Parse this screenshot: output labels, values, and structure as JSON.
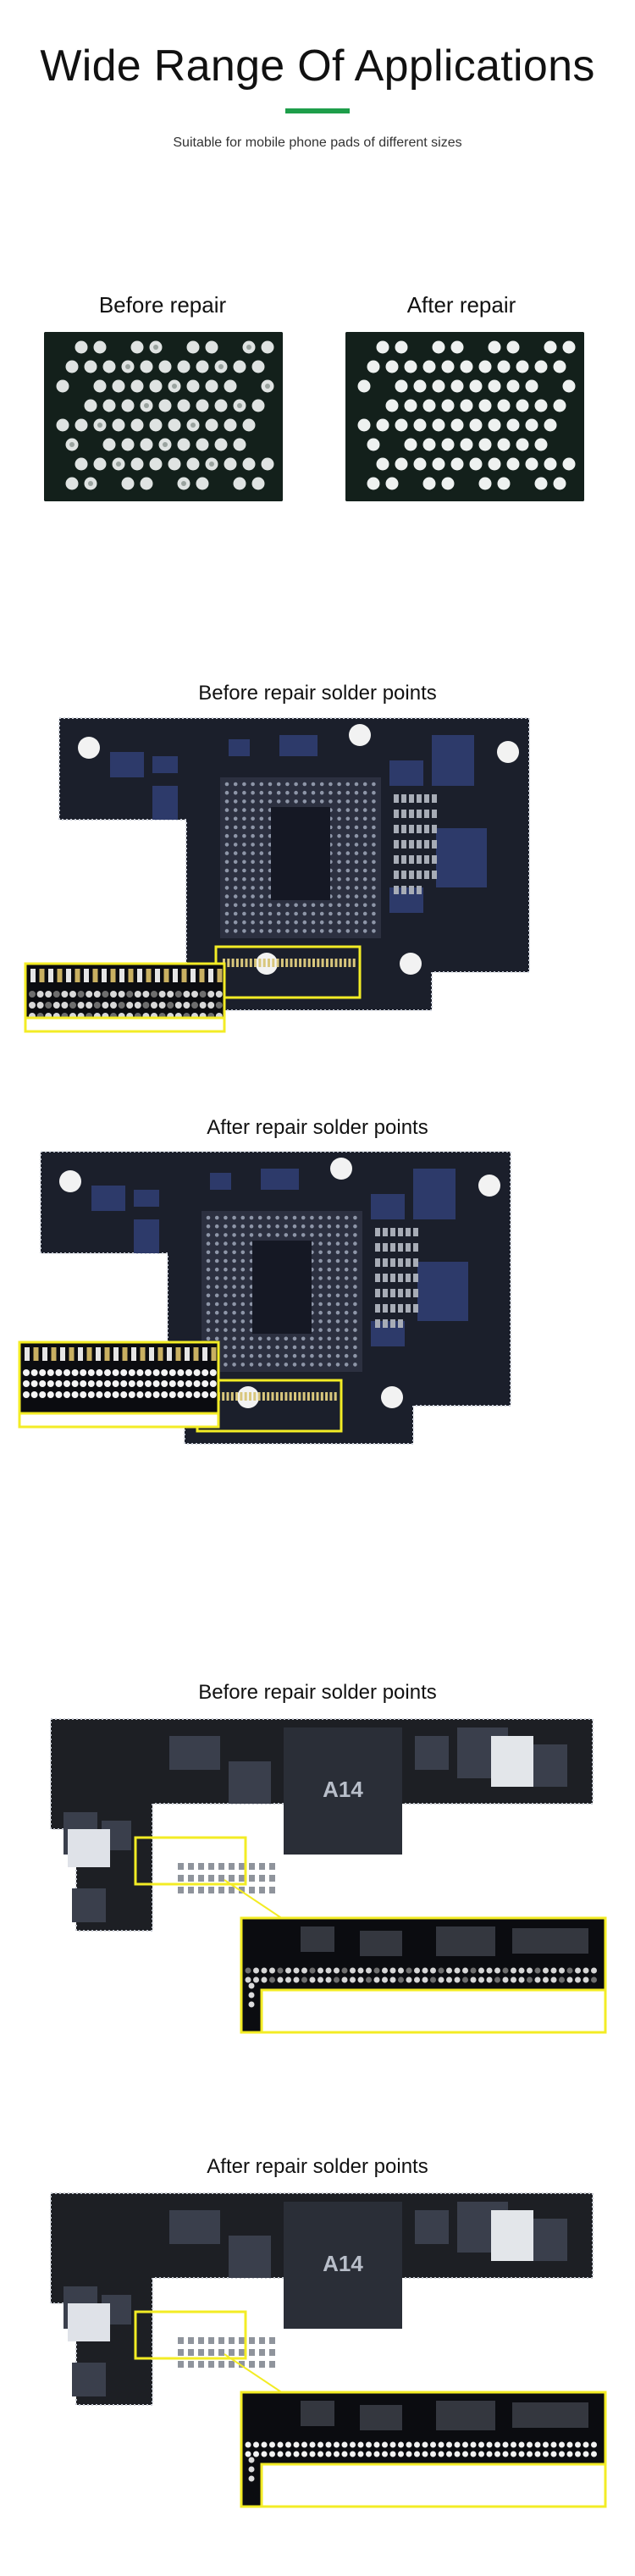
{
  "header": {
    "title": "Wide Range Of Applications",
    "subtitle": "Suitable for mobile phone pads of different sizes",
    "accent_color": "#1e9e4a"
  },
  "comparison": {
    "before_label": "Before repair",
    "after_label": "After repair"
  },
  "sections": [
    {
      "label": "Before repair solder points",
      "board": "A"
    },
    {
      "label": "After repair solder points",
      "board": "A"
    },
    {
      "label": "Before repair solder points",
      "board": "B"
    },
    {
      "label": "After repair solder points",
      "board": "B"
    }
  ],
  "chip_marking": "A14",
  "callout_color": "#f3ec25"
}
